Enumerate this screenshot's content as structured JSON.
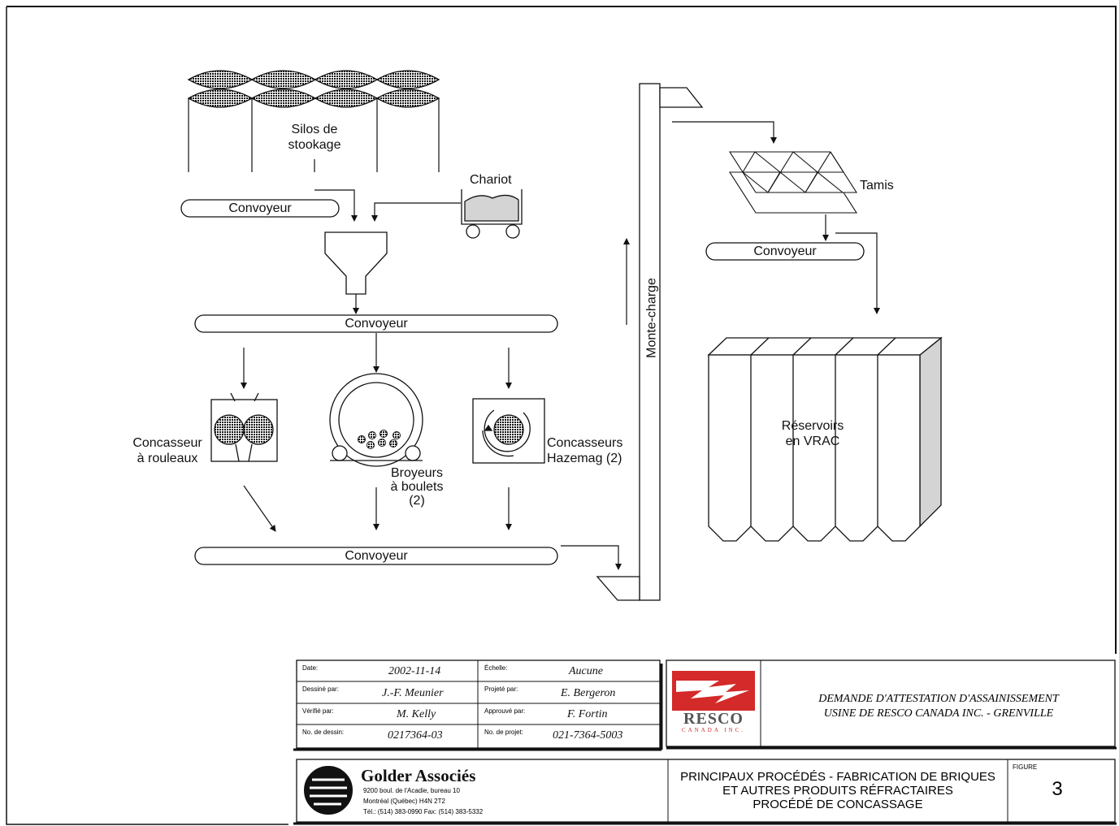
{
  "diagram": {
    "silos_label": [
      "Silos de",
      "stookage"
    ],
    "chariot_label": "Chariot",
    "conveyor_labels": [
      "Convoyeur",
      "Convoyeur",
      "Convoyeur",
      "Convoyeur"
    ],
    "roll_crusher_label": [
      "Concasseur",
      "à rouleaux"
    ],
    "ball_mill_label": [
      "Broyeurs",
      "à boulets",
      "(2)"
    ],
    "hazemag_label": [
      "Concasseurs",
      "Hazemag (2)"
    ],
    "elevator_label": "Monte-charge",
    "screen_label": "Tamis",
    "bins_label": [
      "Réservoirs",
      "en VRAC"
    ]
  },
  "title_block": {
    "date_label": "Date:",
    "date_value": "2002-11-14",
    "drawn_label": "Dessiné par:",
    "drawn_value": "J.-F. Meunier",
    "checked_label": "Vérifié par:",
    "checked_value": "M. Kelly",
    "drawing_no_label": "No. de dessin:",
    "drawing_no_value": "0217364-03",
    "scale_label": "Échelle:",
    "scale_value": "Aucune",
    "designed_label": "Projeté par:",
    "designed_value": "E. Bergeron",
    "approved_label": "Approuvé par:",
    "approved_value": "F. Fortin",
    "project_no_label": "No. de projet:",
    "project_no_value": "021-7364-5003",
    "client_logo_text": "RESCO",
    "client_logo_sub": "CANADA INC.",
    "project_title": [
      "DEMANDE D'ATTESTATION D'ASSAINISSEMENT",
      "USINE DE RESCO CANADA INC. - GRENVILLE"
    ],
    "firm_name": "Golder Associés",
    "firm_address": [
      "9200 boul. de l'Acadie, bureau 10",
      "Montréal (Québec) H4N 2T2",
      "Tél.: (514) 383-0990  Fax: (514) 383-5332"
    ],
    "drawing_title": [
      "PRINCIPAUX PROCÉDÉS - FABRICATION DE BRIQUES",
      "ET AUTRES PRODUITS RÉFRACTAIRES",
      "PROCÉDÉ DE CONCASSAGE"
    ],
    "figure_label": "FIGURE",
    "figure_number": "3"
  },
  "colors": {
    "line": "#111111",
    "fill_gray": "#d4d4d4",
    "logo_red": "#d42a2a"
  }
}
